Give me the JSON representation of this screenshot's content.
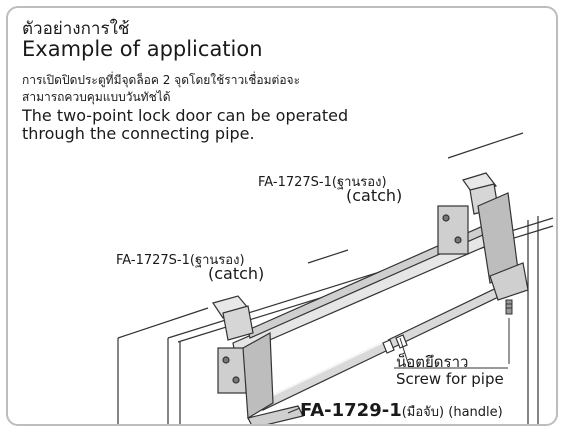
{
  "header": {
    "title_thai": "ตัวอย่างการใช้",
    "title_en": "Example of application"
  },
  "description": {
    "thai_line1": "การเปิดปิดประตูที่มีจุดล็อค 2 จุดโดยใช้ราวเชื่อมต่อจะ",
    "thai_line2": "สามารถควบคุมแบบวันทัชได้",
    "en_line1": "The two-point lock door can be operated",
    "en_line2": "through the connecting pipe."
  },
  "labels": {
    "upper_catch_code": "FA-1727S-1(ฐานรอง)",
    "upper_catch_en": "(catch)",
    "lower_catch_code": "FA-1727S-1(ฐานรอง)",
    "lower_catch_en": "(catch)",
    "screw_thai": "น็อตยึดราว",
    "screw_en": "Screw for pipe",
    "handle_code": "FA-1729-1",
    "handle_suffix": "(มือจับ) (handle)"
  }
}
